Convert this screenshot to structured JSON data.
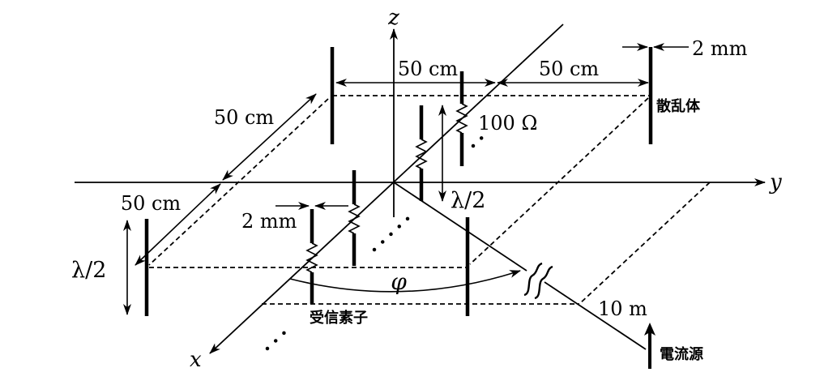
{
  "axes": {
    "x_label": "x",
    "y_label": "y",
    "z_label": "z"
  },
  "dimensions": {
    "spacing_top_left": "50 cm",
    "spacing_top_right": "50 cm",
    "spacing_left_upper": "50 cm",
    "spacing_left_lower": "50 cm",
    "scatterer_gap": "2 mm",
    "receiver_gap": "2 mm",
    "receiver_length": "λ/2",
    "scatterer_length": "λ/2",
    "source_distance": "10 m"
  },
  "labels": {
    "load_resistance": "100 Ω",
    "angle": "φ",
    "scatterer": "散乱体",
    "receiver": "受信素子",
    "source": "電流源"
  }
}
